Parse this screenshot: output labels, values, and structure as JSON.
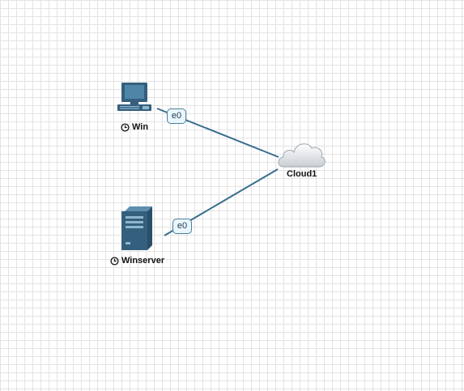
{
  "colors": {
    "link": "#3a6e8e",
    "device": "#345f7d",
    "port_border": "#4a7f9c",
    "port_fill": "#e9f6fb",
    "grid": "#e3e3e3"
  },
  "nodes": [
    {
      "id": "win",
      "label": "Win",
      "icon": "workstation-icon",
      "status_icon": "clock-icon"
    },
    {
      "id": "winserver",
      "label": "Winserver",
      "icon": "server-icon",
      "status_icon": "clock-icon"
    },
    {
      "id": "cloud1",
      "label": "Cloud1",
      "icon": "cloud-icon"
    }
  ],
  "links": [
    {
      "from": "win",
      "to": "cloud1",
      "port_label": "e0"
    },
    {
      "from": "winserver",
      "to": "cloud1",
      "port_label": "e0"
    }
  ]
}
